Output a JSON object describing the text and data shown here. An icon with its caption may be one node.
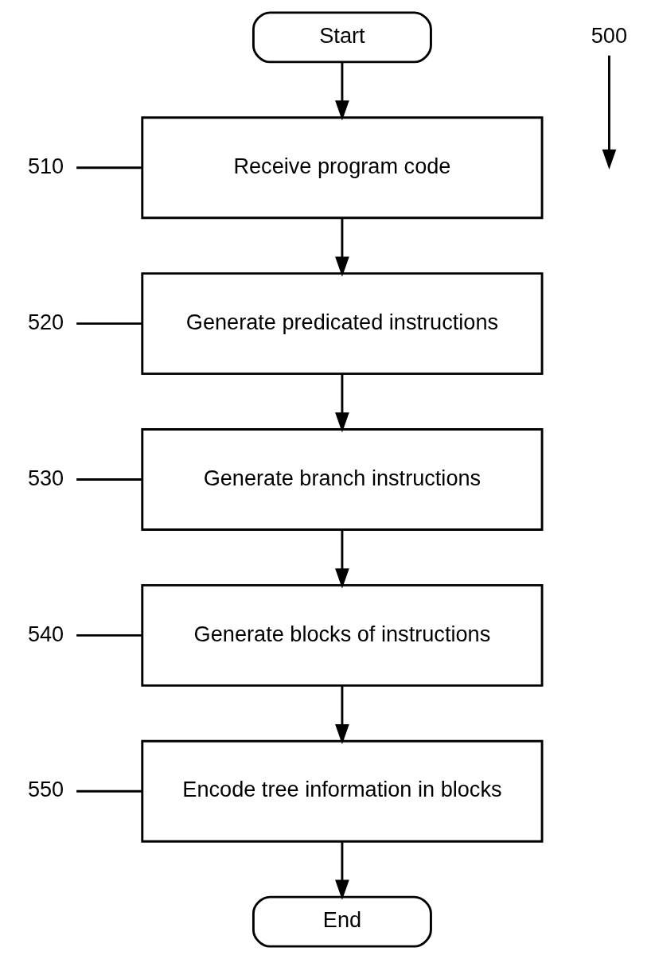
{
  "diagram": {
    "nodes": [
      {
        "text": [
          "Start"
        ]
      },
      {
        "text": [
          "Receive program code"
        ]
      },
      {
        "text": [
          "Generate predicated instructions"
        ]
      },
      {
        "text": [
          "Generate branch instructions"
        ]
      },
      {
        "text": [
          "Generate blocks of instructions"
        ]
      },
      {
        "text": [
          "Encode tree information in blocks"
        ]
      },
      {
        "text": [
          "End"
        ]
      },
      {
        "text": [
          "500"
        ]
      },
      {
        "text": [
          "510"
        ]
      },
      {
        "text": [
          "520"
        ]
      },
      {
        "text": [
          "530"
        ]
      },
      {
        "text": [
          "540"
        ]
      },
      {
        "text": [
          "550"
        ]
      }
    ],
    "edges": [
      {
        "from": 0,
        "to": 1,
        "arrow": "to"
      },
      {
        "from": 1,
        "to": 2,
        "arrow": "to"
      },
      {
        "from": 2,
        "to": 3,
        "arrow": "to"
      },
      {
        "from": 3,
        "to": 4,
        "arrow": "to"
      },
      {
        "from": 4,
        "to": 5,
        "arrow": "to"
      },
      {
        "from": 5,
        "to": 6,
        "arrow": "to"
      },
      {
        "from": 8,
        "to": 1,
        "arrow": "none"
      },
      {
        "from": 9,
        "to": 2,
        "arrow": "none"
      },
      {
        "from": 10,
        "to": 3,
        "arrow": "none"
      },
      {
        "from": 11,
        "to": 4,
        "arrow": "none"
      },
      {
        "from": 12,
        "to": 5,
        "arrow": "none"
      },
      {
        "from": 7,
        "to": null,
        "arrow": "to"
      }
    ]
  }
}
